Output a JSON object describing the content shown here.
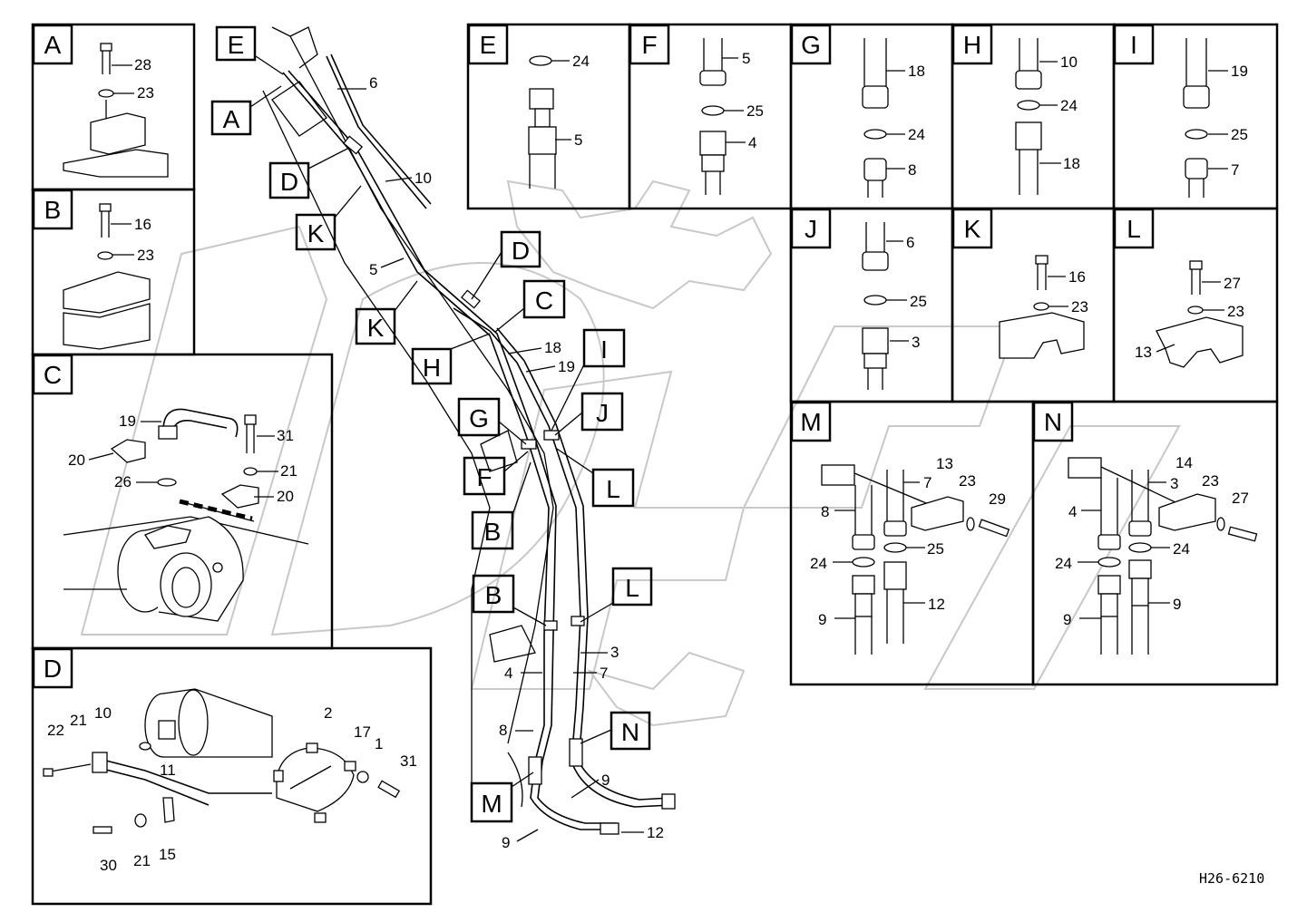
{
  "drawing_code": "H26-6210",
  "panels": {
    "A": {
      "letter": "A",
      "parts": [
        "28",
        "23"
      ]
    },
    "B": {
      "letter": "B",
      "parts": [
        "16",
        "23"
      ]
    },
    "C": {
      "letter": "C",
      "parts": [
        "19",
        "31",
        "20",
        "21",
        "26",
        "20"
      ]
    },
    "D": {
      "letter": "D",
      "parts": [
        "22",
        "21",
        "10",
        "2",
        "17",
        "1",
        "31",
        "11",
        "30",
        "21",
        "15"
      ]
    },
    "E": {
      "letter": "E",
      "parts": [
        "24",
        "5"
      ]
    },
    "F": {
      "letter": "F",
      "parts": [
        "5",
        "25",
        "4"
      ]
    },
    "G": {
      "letter": "G",
      "parts": [
        "18",
        "24",
        "8"
      ]
    },
    "H": {
      "letter": "H",
      "parts": [
        "10",
        "24",
        "18"
      ]
    },
    "I": {
      "letter": "I",
      "parts": [
        "19",
        "25",
        "7"
      ]
    },
    "J": {
      "letter": "J",
      "parts": [
        "6",
        "25",
        "3"
      ]
    },
    "K": {
      "letter": "K",
      "parts": [
        "16",
        "23"
      ]
    },
    "L": {
      "letter": "L",
      "parts": [
        "27",
        "23",
        "13"
      ]
    },
    "M": {
      "letter": "M",
      "parts": [
        "13",
        "7",
        "23",
        "29",
        "8",
        "24",
        "25",
        "9",
        "12"
      ]
    },
    "N": {
      "letter": "N",
      "parts": [
        "14",
        "3",
        "23",
        "27",
        "4",
        "24",
        "24",
        "9",
        "9"
      ]
    }
  },
  "main_callouts": [
    "E",
    "A",
    "D",
    "K",
    "K",
    "D",
    "H",
    "C",
    "I",
    "G",
    "J",
    "F",
    "L",
    "B",
    "B",
    "L",
    "N",
    "M"
  ],
  "main_parts": [
    "6",
    "10",
    "5",
    "18",
    "19",
    "3",
    "4",
    "7",
    "8",
    "9",
    "9",
    "12"
  ]
}
